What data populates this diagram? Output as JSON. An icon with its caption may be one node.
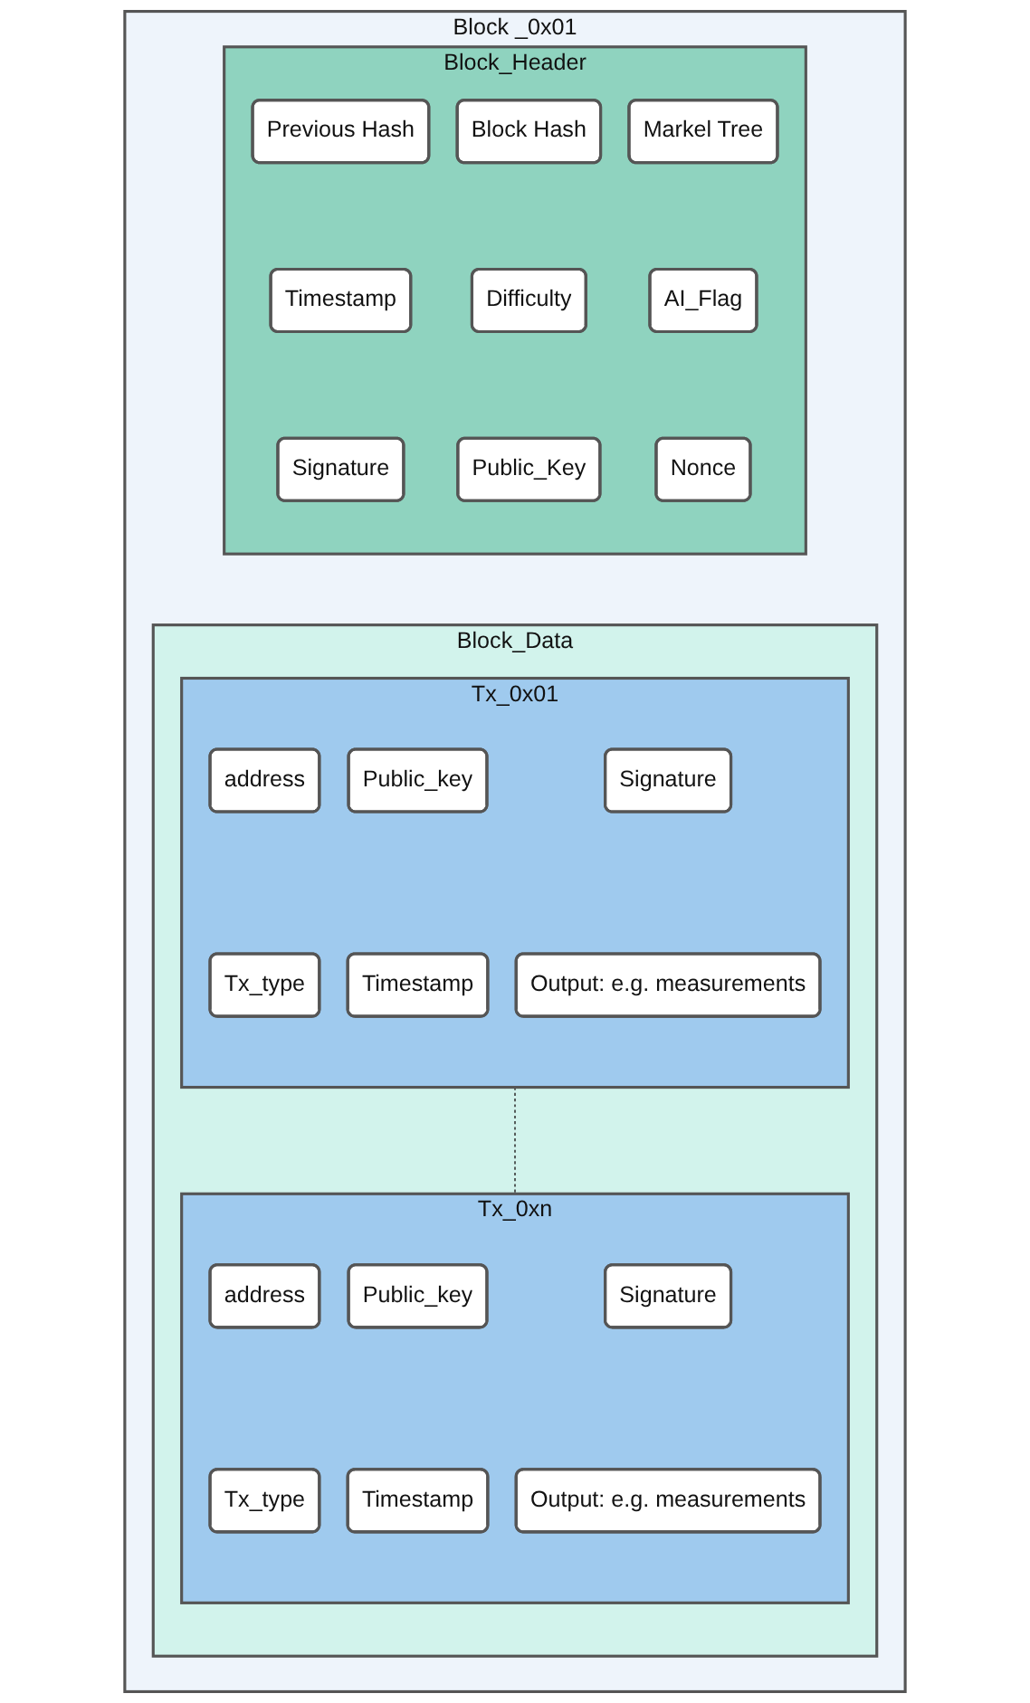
{
  "diagram": {
    "nodes": [
      {
        "text": [
          "Block _0x01"
        ]
      },
      {
        "text": [
          "Block_Header"
        ],
        "in": 0
      },
      {
        "text": [
          "Previous Hash"
        ],
        "in": 1
      },
      {
        "text": [
          "Block Hash"
        ],
        "in": 1
      },
      {
        "text": [
          "Markel Tree"
        ],
        "in": 1
      },
      {
        "text": [
          "Timestamp"
        ],
        "in": 1
      },
      {
        "text": [
          "Difficulty"
        ],
        "in": 1
      },
      {
        "text": [
          "AI_Flag"
        ],
        "in": 1
      },
      {
        "text": [
          "Signature"
        ],
        "in": 1
      },
      {
        "text": [
          "Public_Key"
        ],
        "in": 1
      },
      {
        "text": [
          "Nonce"
        ],
        "in": 1
      },
      {
        "text": [
          "Block_Data"
        ],
        "in": 0
      },
      {
        "text": [
          "Tx_0x01"
        ],
        "in": 11
      },
      {
        "text": [
          "address"
        ],
        "in": 12
      },
      {
        "text": [
          "Public_key"
        ],
        "in": 12
      },
      {
        "text": [
          "Signature"
        ],
        "in": 12
      },
      {
        "text": [
          "Tx_type"
        ],
        "in": 12
      },
      {
        "text": [
          "Timestamp"
        ],
        "in": 12
      },
      {
        "text": [
          "Output: e.g. measurements"
        ],
        "in": 12
      },
      {
        "text": [
          "Tx_0xn"
        ],
        "in": 11
      },
      {
        "text": [
          "address"
        ],
        "in": 19
      },
      {
        "text": [
          "Public_key"
        ],
        "in": 19
      },
      {
        "text": [
          "Signature"
        ],
        "in": 19
      },
      {
        "text": [
          "Tx_type"
        ],
        "in": 19
      },
      {
        "text": [
          "Timestamp"
        ],
        "in": 19
      },
      {
        "text": [
          "Output: e.g. measurements"
        ],
        "in": 19
      }
    ],
    "edges": [
      {
        "from": 12,
        "to": 19,
        "arrow": "none",
        "style": "dashed"
      }
    ]
  }
}
